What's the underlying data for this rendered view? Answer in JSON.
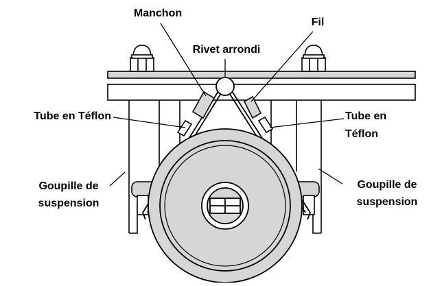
{
  "labels": {
    "manchon": "Manchon",
    "fil": "Fil",
    "rivet": "Rivet arrondi",
    "tube_left": "Tube en Téflon",
    "tube_right_line1": "Tube en",
    "tube_right_line2": "Téflon",
    "goupille_left_line1": "Goupille de",
    "goupille_left_line2": "suspension",
    "goupille_right_line1": "Goupille de",
    "goupille_right_line2": "suspension"
  },
  "colors": {
    "ink": "#000000",
    "fill_light": "#d6d6d6",
    "fill_mid": "#bdbdbd",
    "paper": "#ffffff"
  }
}
